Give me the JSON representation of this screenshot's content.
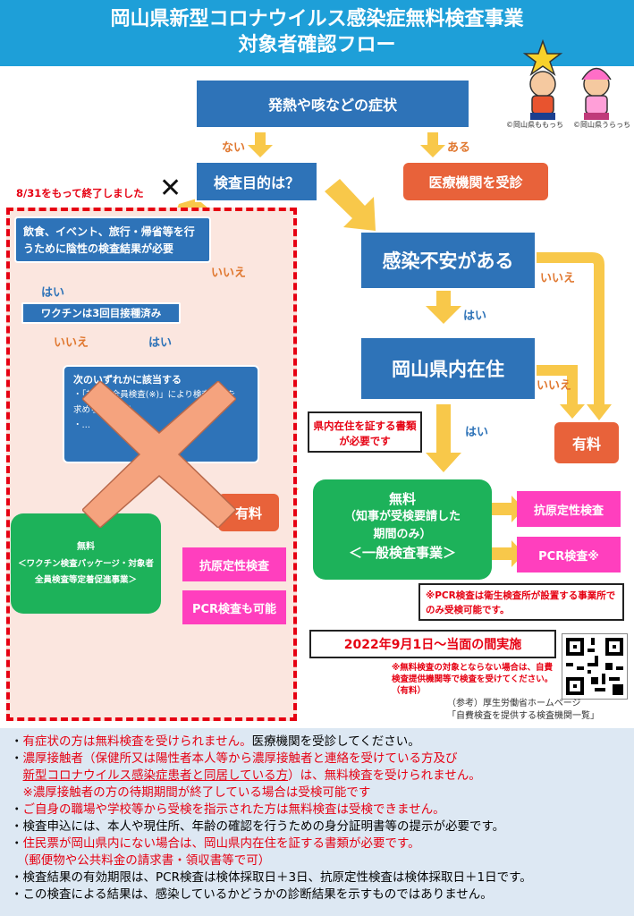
{
  "header": {
    "line1": "岡山県新型コロナウイルス感染症無料検査事業",
    "line2": "対象者確認フロー"
  },
  "credits": {
    "left": "©岡山県ももっち",
    "right": "©岡山県うらっち"
  },
  "flow": {
    "symptoms": "発熱や咳などの症状",
    "no": "ない",
    "yes": "ある",
    "purpose": "検査目的は？",
    "clinic": "医療機関を受診",
    "ended": "8/31をもって終了しました",
    "left_q1": "飲食、イベント、旅行・帰省等を行うために陰性の検査結果が必要",
    "hai": "はい",
    "iie": "いいえ",
    "vaccine": "ワクチンは3回目接種済み",
    "left_q2_1": "次のいずれかに該当する",
    "left_q2_2": "・「対象者全員検査(※)」により検査結果を",
    "left_q2_3": "求められている",
    "left_q2_4": "・…",
    "left_free_title": "無料",
    "left_free_sub": "＜ワクチン検査パッケージ・対象者全員検査等定着促進事業＞",
    "antigen": "抗原定性検査",
    "pcr_possible": "PCR検査も可能",
    "paid": "有料",
    "anxiety": "感染不安がある",
    "resident": "岡山県内在住",
    "proof_callout": "県内在住を証する書類が必要です",
    "right_free_title": "無料",
    "right_free_sub1": "（知事が受検要請した",
    "right_free_sub2": "期間のみ）",
    "right_free_sub3": "＜一般検査事業＞",
    "pcr_mark": "PCR検査※",
    "pcr_note": "※PCR検査は衛生検査所が設置する事業所でのみ受検可能です。",
    "period": "2022年9月1日～当面の間実施",
    "nofree_note": "※無料検査の対象とならない場合は、自費検査提供機関等で検査を受けてください。（有料）",
    "ref1": "（参考）厚生労働省ホームページ",
    "ref2": "「自費検査を提供する検査機関一覧」"
  },
  "notes": [
    {
      "pre": "・",
      "red": "有症状の方は無料検査を受けられません。",
      "post": "医療機関を受診してください。"
    },
    {
      "pre": "・",
      "red": "濃厚接触者",
      "post": "（保健所又は陽性者本人等から濃厚接触者と連絡を受けている方及び"
    },
    {
      "pre": "　",
      "red": "新型コロナウイルス感染症患者と同居している方",
      "post": "）は、無料検査を受けられません。"
    },
    {
      "pre": "　※",
      "red": "",
      "post": "濃厚接触者の方の待期期間が終了している場合は受検可能です"
    },
    {
      "pre": "・",
      "red": "ご自身の職場や学校等から受検を指示された方は無料検査は受検できません。",
      "post": ""
    },
    {
      "pre": "・",
      "red": "",
      "post": "検査申込には、本人や現住所、年齢の確認を行うための身分証明書等の提示が必要です。"
    },
    {
      "pre": "・",
      "red": "住民票が岡山県内にない場合は、岡山県内在住を証する書類が必要です。",
      "post": ""
    },
    {
      "pre": "　",
      "red": "（郵便物や公共料金の請求書・領収書等で可）",
      "post": ""
    },
    {
      "pre": "・",
      "red": "",
      "post": "検査結果の有効期限は、PCR検査は検体採取日＋3日、抗原定性検査は検体採取日＋1日です。"
    },
    {
      "pre": "・",
      "red": "",
      "post": "この検査による結果は、感染しているかどうかの診断結果を示すものではありません。"
    }
  ]
}
